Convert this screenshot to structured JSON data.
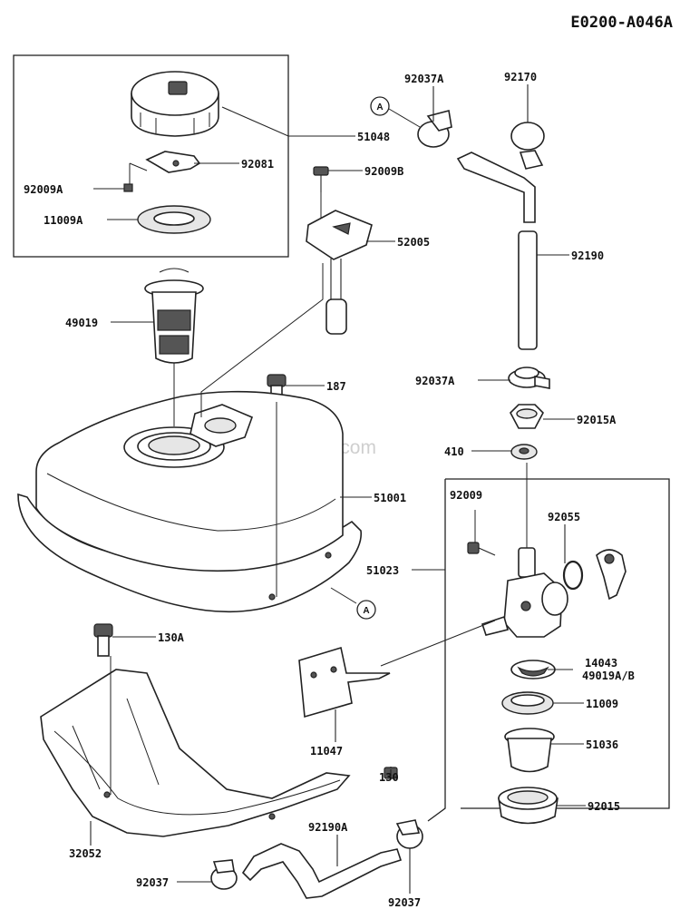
{
  "diagram_code": "E0200-A046A",
  "watermark": "eReplacementParts.com",
  "callout_letter": "A",
  "labels": {
    "p51048": "51048",
    "p92081": "92081",
    "p92009A": "92009A",
    "p11009A": "11009A",
    "p92037A_top": "92037A",
    "p92170": "92170",
    "p92009B": "92009B",
    "p52005": "52005",
    "p92190": "92190",
    "p49019": "49019",
    "p187": "187",
    "p92037A_mid": "92037A",
    "p92015A": "92015A",
    "p410": "410",
    "p51001": "51001",
    "p92009": "92009",
    "p92055": "92055",
    "p51023": "51023",
    "p130A": "130A",
    "p14043": "14043",
    "p49019AB": "49019A/B",
    "p11009": "11009",
    "p51036": "51036",
    "p11047": "11047",
    "p130": "130",
    "p92015": "92015",
    "p32052": "32052",
    "p92190A": "92190A",
    "p92037_left": "92037",
    "p92037_right": "92037"
  }
}
